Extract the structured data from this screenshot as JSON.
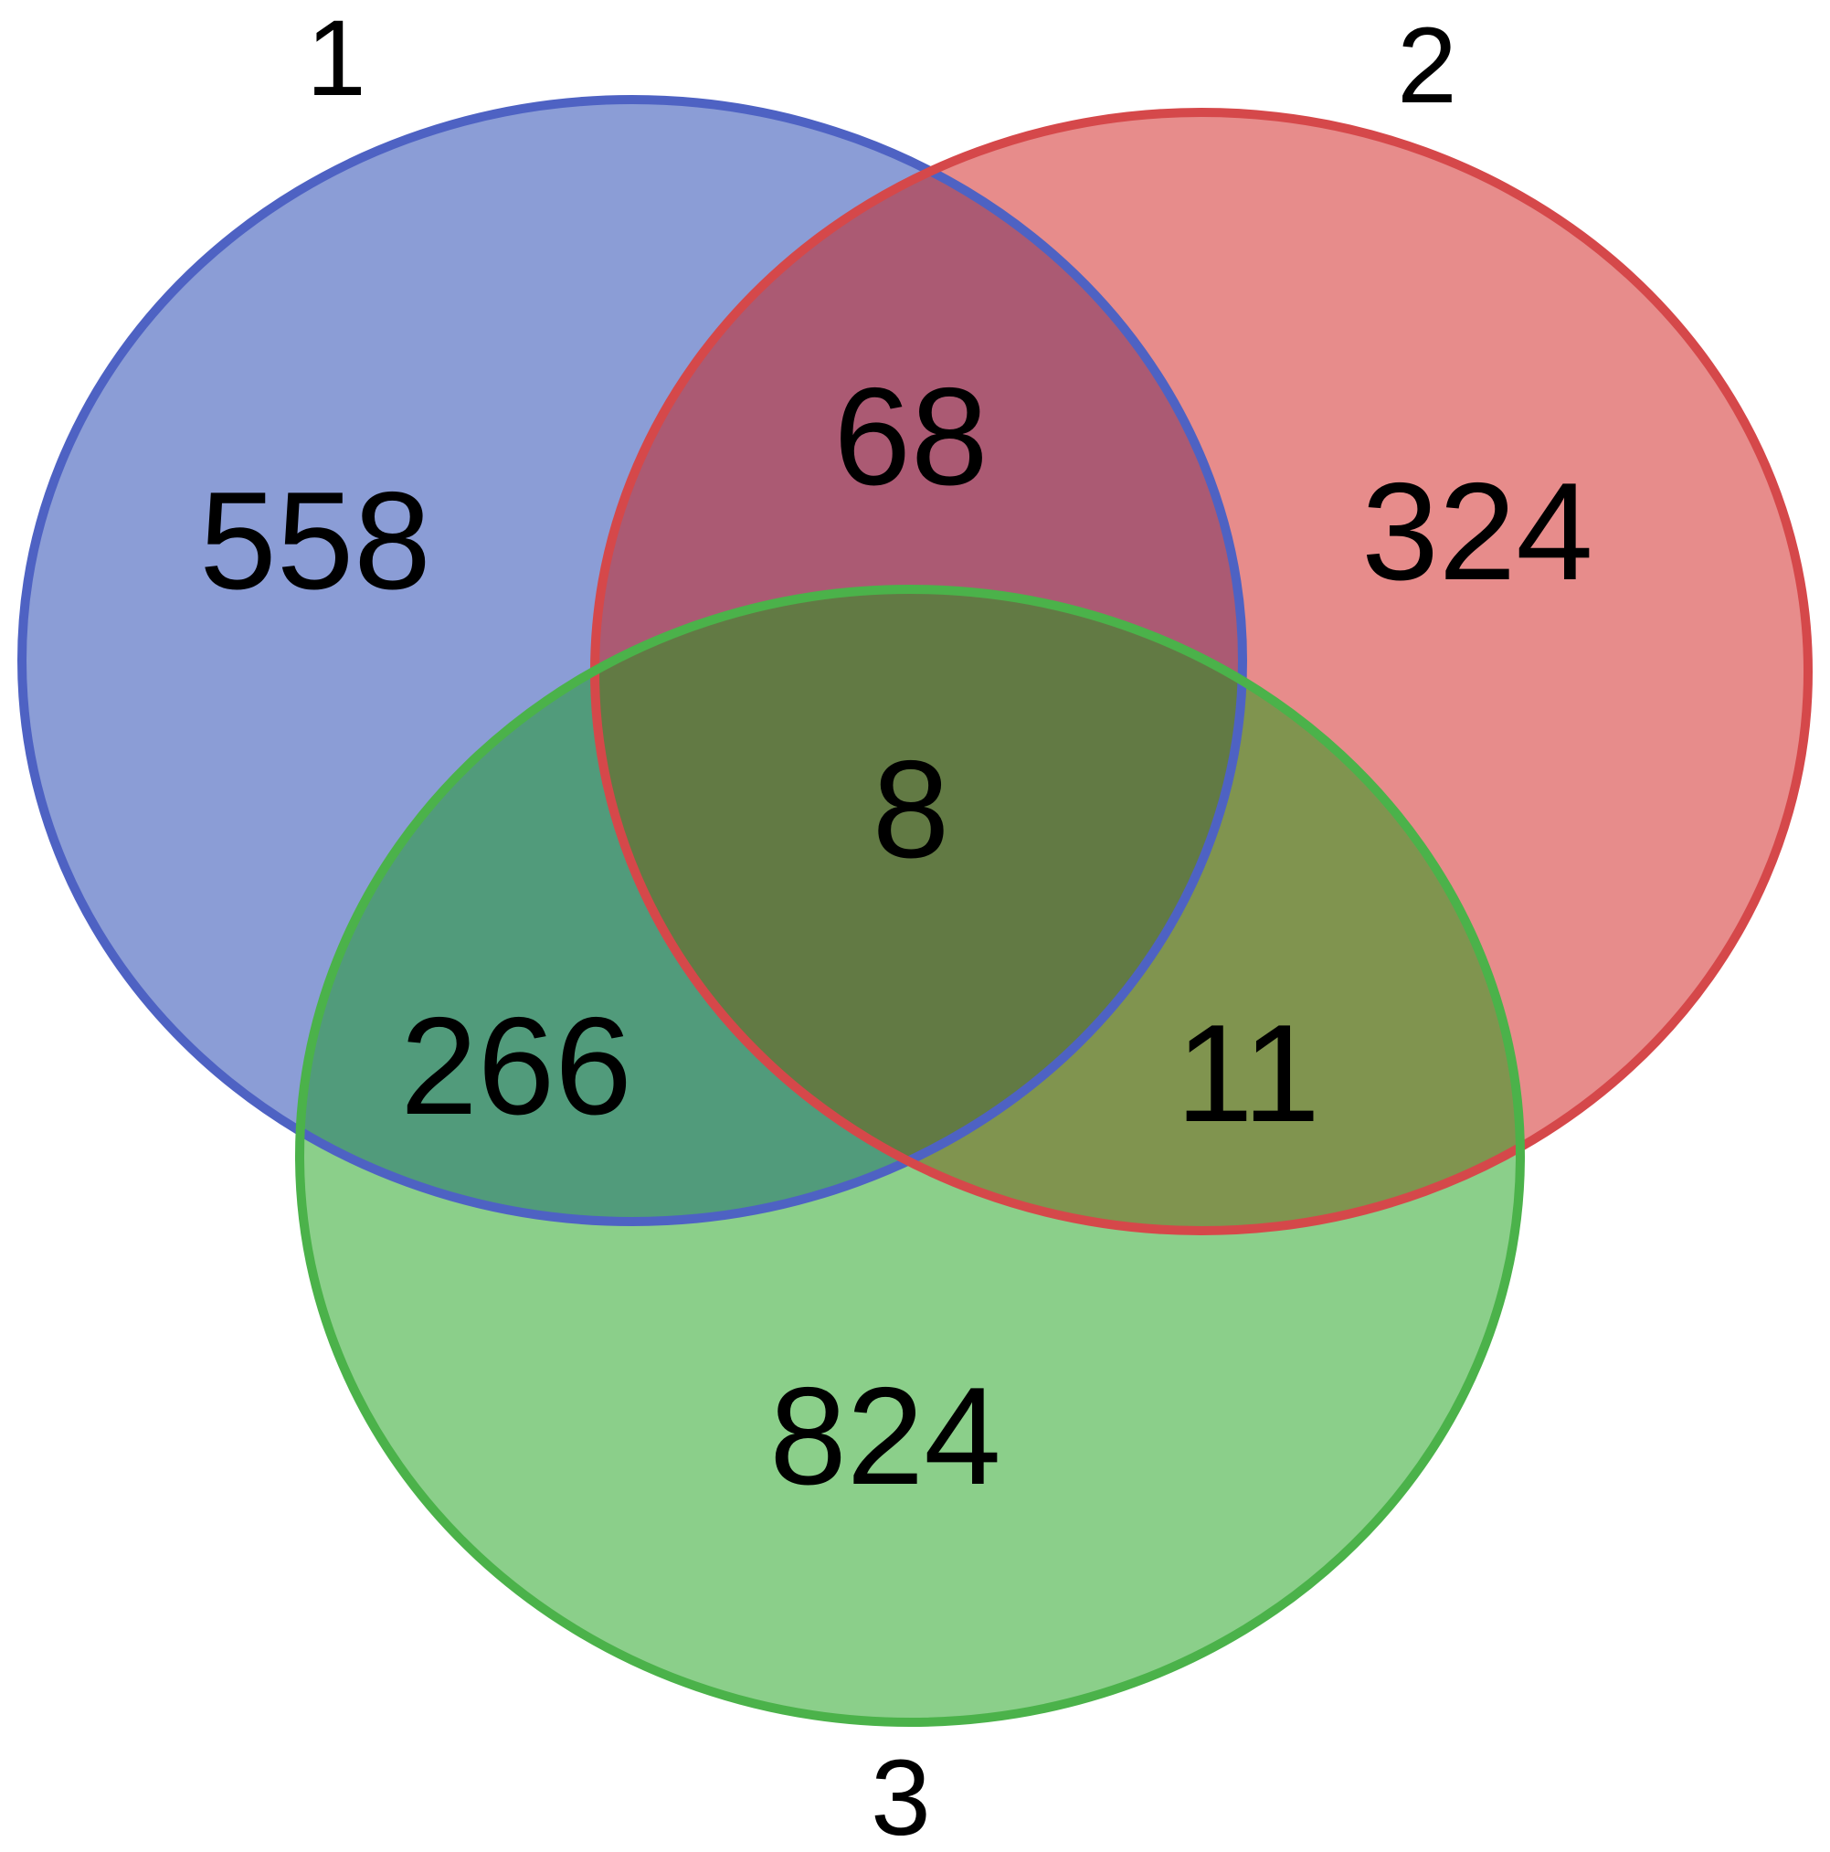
{
  "venn": {
    "sets": [
      {
        "id": "1",
        "label": "1",
        "fill": "#8b9dd6",
        "stroke": "#4e62c3"
      },
      {
        "id": "2",
        "label": "2",
        "fill": "#e78c8b",
        "stroke": "#d5484a"
      },
      {
        "id": "3",
        "label": "3",
        "fill": "#8bcf8a",
        "stroke": "#4bb24a"
      }
    ],
    "regions": {
      "only_1": "558",
      "only_2": "324",
      "only_3": "824",
      "1_and_2": "68",
      "1_and_3": "266",
      "2_and_3": "11",
      "1_2_3": "8"
    },
    "overlap_colors": {
      "1_and_2": "#ab5a73",
      "1_and_3": "#519b7b",
      "2_and_3": "#80944f",
      "1_2_3": "#627a44"
    }
  }
}
